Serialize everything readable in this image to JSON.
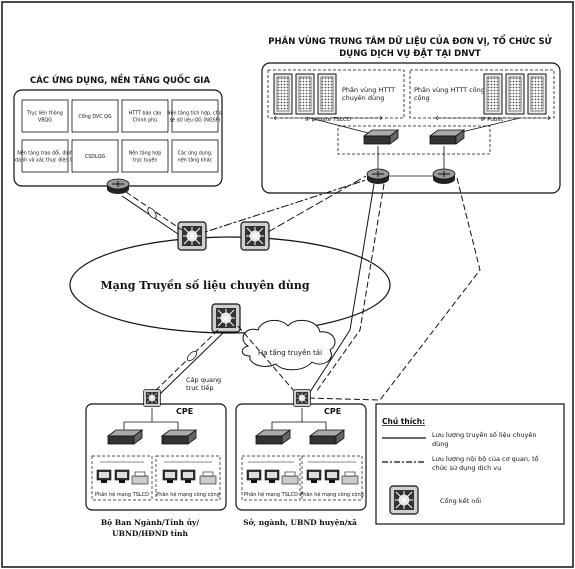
{
  "national": {
    "title": "CÁC ỨNG DỤNG, NỀN TẢNG QUỐC GIA",
    "apps": [
      [
        "Trục liên thông",
        "VBQG"
      ],
      [
        "Cổng DVC QG"
      ],
      [
        "HTTT báo cáo",
        "Chính phủ"
      ],
      [
        "Nền tảng tích hợp, chia",
        "sẻ dữ liệu QG (NGSP)"
      ],
      [
        "Nền tảng trao đổi, định",
        "danh và xác thực điện tử"
      ],
      [
        "CSDLQG"
      ],
      [
        "Nền tảng hợp",
        "trực tuyến"
      ],
      [
        "Các ứng dụng,",
        "nền tảng khác"
      ]
    ]
  },
  "datacenter": {
    "title_line1": "PHÂN VÙNG TRUNG TÂM DỮ LIỆU CỦA ĐƠN VỊ, TỔ CHỨC SỬ",
    "title_line2": "DỤNG DỊCH VỤ ĐẶT TẠI DNVT",
    "zone_private": [
      "Phân vùng HTTT",
      "chuyên dùng"
    ],
    "zone_public": [
      "Phân vùng HTTT công",
      "cộng"
    ],
    "ip_private": "IP private TSLCD",
    "ip_public": "IP Public"
  },
  "network": {
    "main_label": "Mạng Truyền số liệu chuyên dùng",
    "infra_label": "Hạ tầng truyền tải",
    "fiber_label": [
      "Cáp quang",
      "trực tiếp"
    ]
  },
  "site_left": {
    "cpe": "CPE",
    "sub_private": "Phân hệ mạng TSLCD",
    "sub_public": "Phân hệ mạng công cộng",
    "caption": [
      "Bộ Ban Ngành/Tỉnh ủy/",
      "UBND/HĐND tỉnh"
    ]
  },
  "site_right": {
    "cpe": "CPE",
    "sub_private": "Phân hệ mạng TSLCD",
    "sub_public": "Phân hệ mạng công cộng",
    "caption": [
      "Sở, ngành, UBND huyện/xã"
    ]
  },
  "legend": {
    "title": "Chú thích:",
    "line1": [
      "Lưu lượng truyền số liệu chuyên",
      "dùng"
    ],
    "line2": [
      "Lưu lượng nội bộ của cơ quan, tổ",
      "chức sử dụng dịch vụ"
    ],
    "gateway": "Cổng kết nối"
  },
  "colors": {
    "ink": "#111111",
    "paper": "#ffffff"
  }
}
